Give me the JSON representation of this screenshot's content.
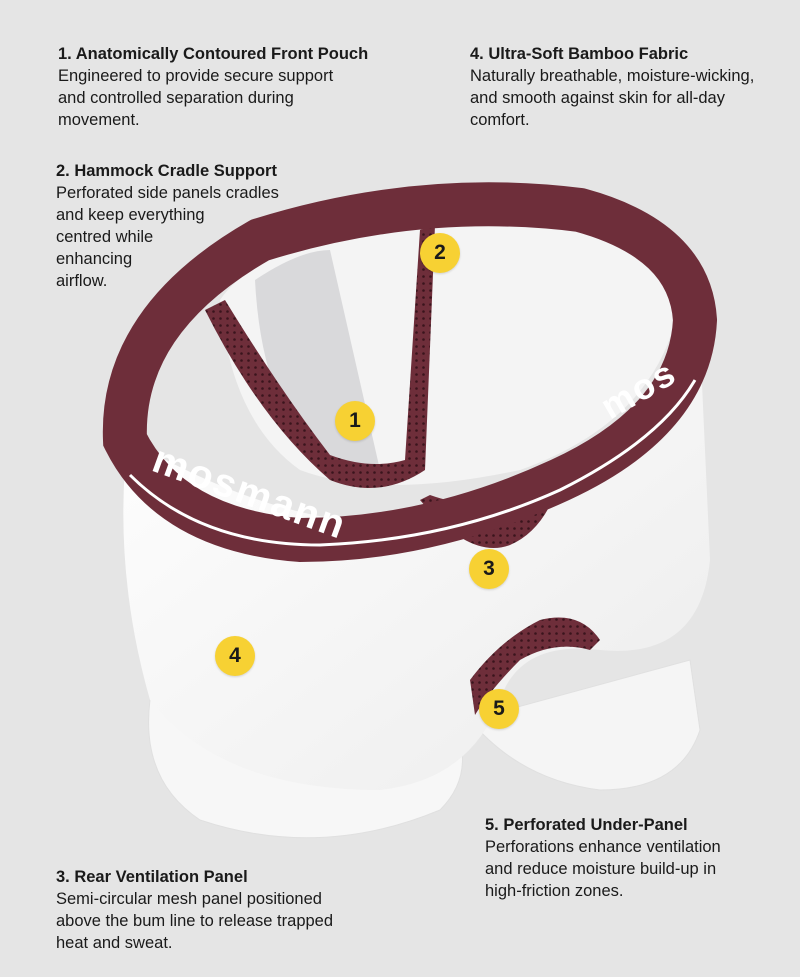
{
  "brand": "mosmann",
  "colors": {
    "background": "#e5e5e5",
    "waistband": "#6e2e3a",
    "fabric": "#ffffff",
    "badge": "#f7d133",
    "text": "#1a1a1a"
  },
  "callouts": [
    {
      "number": "1",
      "title": "1. Anatomically Contoured Front Pouch",
      "body": "Engineered to provide secure support\nand controlled separation during\nmovement."
    },
    {
      "number": "2",
      "title": "2. Hammock Cradle Support",
      "body": "Perforated side panels cradles\nand keep everything\ncentred while\nenhancing\nairflow."
    },
    {
      "number": "3",
      "title": "3. Rear Ventilation Panel",
      "body": "Semi-circular mesh panel positioned\nabove the bum line to release trapped\nheat and sweat."
    },
    {
      "number": "4",
      "title": "4. Ultra-Soft Bamboo Fabric",
      "body": "Naturally breathable, moisture-wicking,\nand smooth against skin for all-day\ncomfort."
    },
    {
      "number": "5",
      "title": "5. Perforated Under-Panel",
      "body": "Perforations enhance ventilation\nand reduce moisture build-up in\nhigh-friction zones."
    }
  ],
  "badges": [
    "1",
    "2",
    "3",
    "4",
    "5"
  ]
}
